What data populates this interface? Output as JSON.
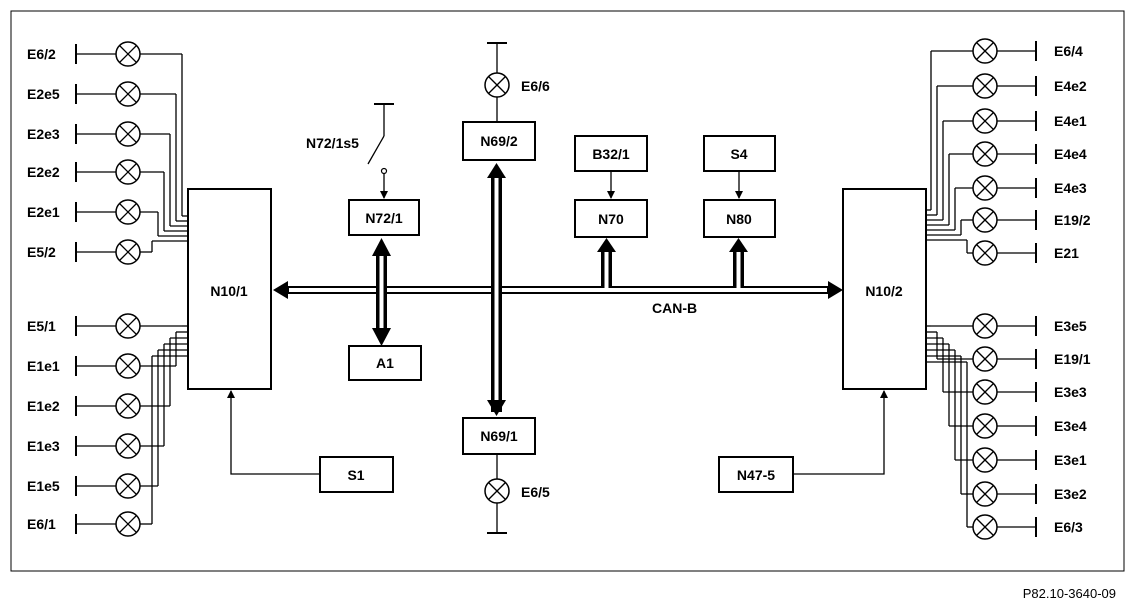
{
  "modules": {
    "n10_1": "N10/1",
    "n10_2": "N10/2",
    "n72_1": "N72/1",
    "n72_1s5": "N72/1s5",
    "a1": "A1",
    "n69_2": "N69/2",
    "n69_1": "N69/1",
    "b32_1": "B32/1",
    "n70": "N70",
    "s4": "S4",
    "n80": "N80",
    "s1": "S1",
    "n47_5": "N47-5"
  },
  "bus_label": "CAN-B",
  "lamps_top": "E6/6",
  "lamps_bottom": "E6/5",
  "left_lamps_upper": [
    "E6/2",
    "E2e5",
    "E2e3",
    "E2e2",
    "E2e1",
    "E5/2"
  ],
  "left_lamps_lower": [
    "E5/1",
    "E1e1",
    "E1e2",
    "E1e3",
    "E1e5",
    "E6/1"
  ],
  "right_lamps_upper": [
    "E6/4",
    "E4e2",
    "E4e1",
    "E4e4",
    "E4e3",
    "E19/2",
    "E21"
  ],
  "right_lamps_lower": [
    "E3e5",
    "E19/1",
    "E3e3",
    "E3e4",
    "E3e1",
    "E3e2",
    "E6/3"
  ],
  "footer_code": "P82.10-3640-09"
}
